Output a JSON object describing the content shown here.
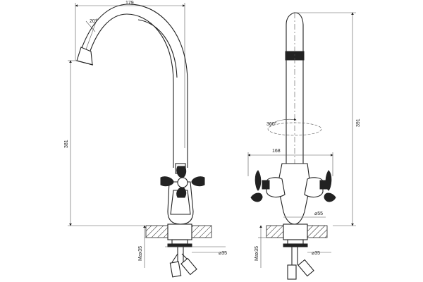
{
  "dimensions": {
    "spout_reach": "179",
    "spout_angle": "20°",
    "height_left": "381",
    "height_right": "391",
    "handle_span": "168",
    "rotation": "360°",
    "base_diameter": "⌀55",
    "hole_left": "⌀35",
    "hole_right": "⌀35",
    "thickness_left": "Max35",
    "thickness_right": "Max35"
  },
  "colors": {
    "line": "#222222",
    "background": "#ffffff"
  }
}
